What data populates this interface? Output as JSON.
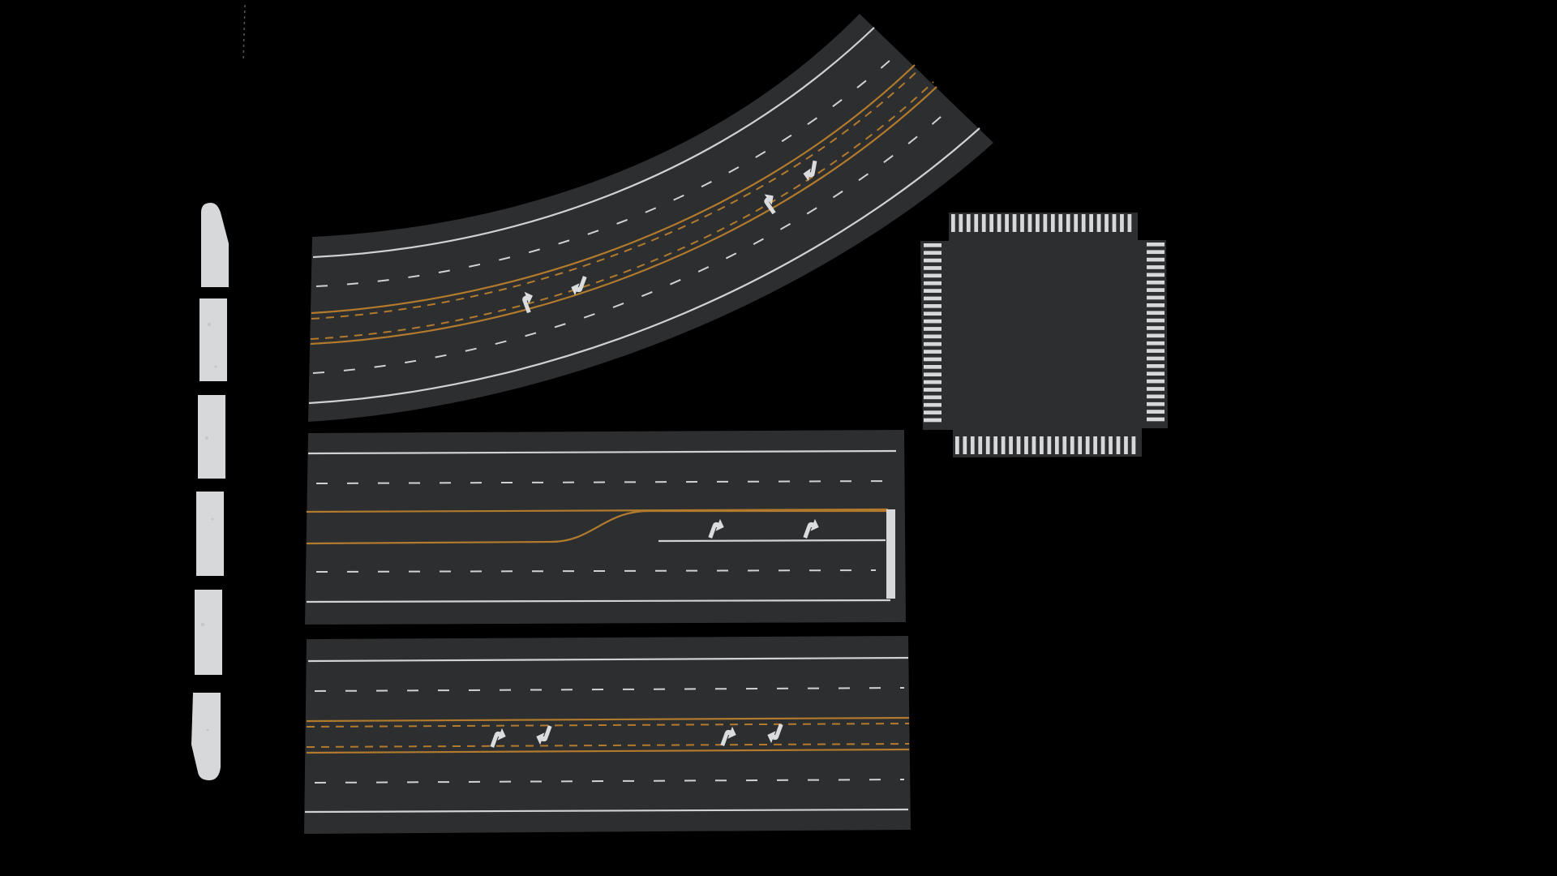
{
  "scene": {
    "colors": {
      "background": "#000000",
      "asphalt": "#2d2e30",
      "white_line": "#cfd1d3",
      "yellow_line": "#b27a2c",
      "curb": "#d6d8da",
      "arrow": "#dadcde"
    },
    "pieces": {
      "curb_segments": 6,
      "curved_road": {
        "lanes_per_direction": 2,
        "turn_arrows": 4,
        "center": "double-yellow"
      },
      "straight_road_turn_bay": {
        "turn_arrows": 2,
        "stop_bar": true
      },
      "straight_road_center_turn_lane": {
        "turn_arrows": 4,
        "center": "double-yellow"
      },
      "intersection_pad": {
        "crosswalk_sides": 4,
        "stripes_per_side": 24
      }
    },
    "icons": {
      "turn_left": "turn-left-arrow-icon",
      "turn_right": "turn-right-arrow-icon"
    }
  }
}
